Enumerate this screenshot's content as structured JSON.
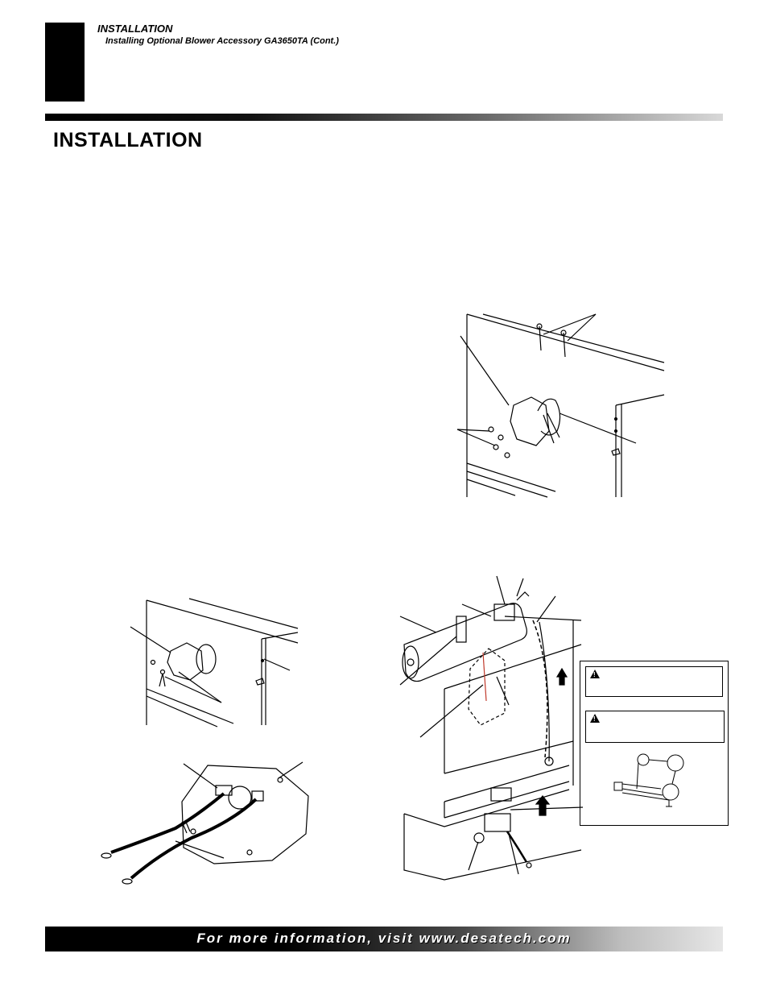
{
  "header": {
    "section": "INSTALLATION",
    "subsection": "Installing Optional Blower Accessory GA3650TA (Cont.)"
  },
  "page_title": "INSTALLATION",
  "footer": {
    "text": "For more information, visit www.desatech.com"
  }
}
